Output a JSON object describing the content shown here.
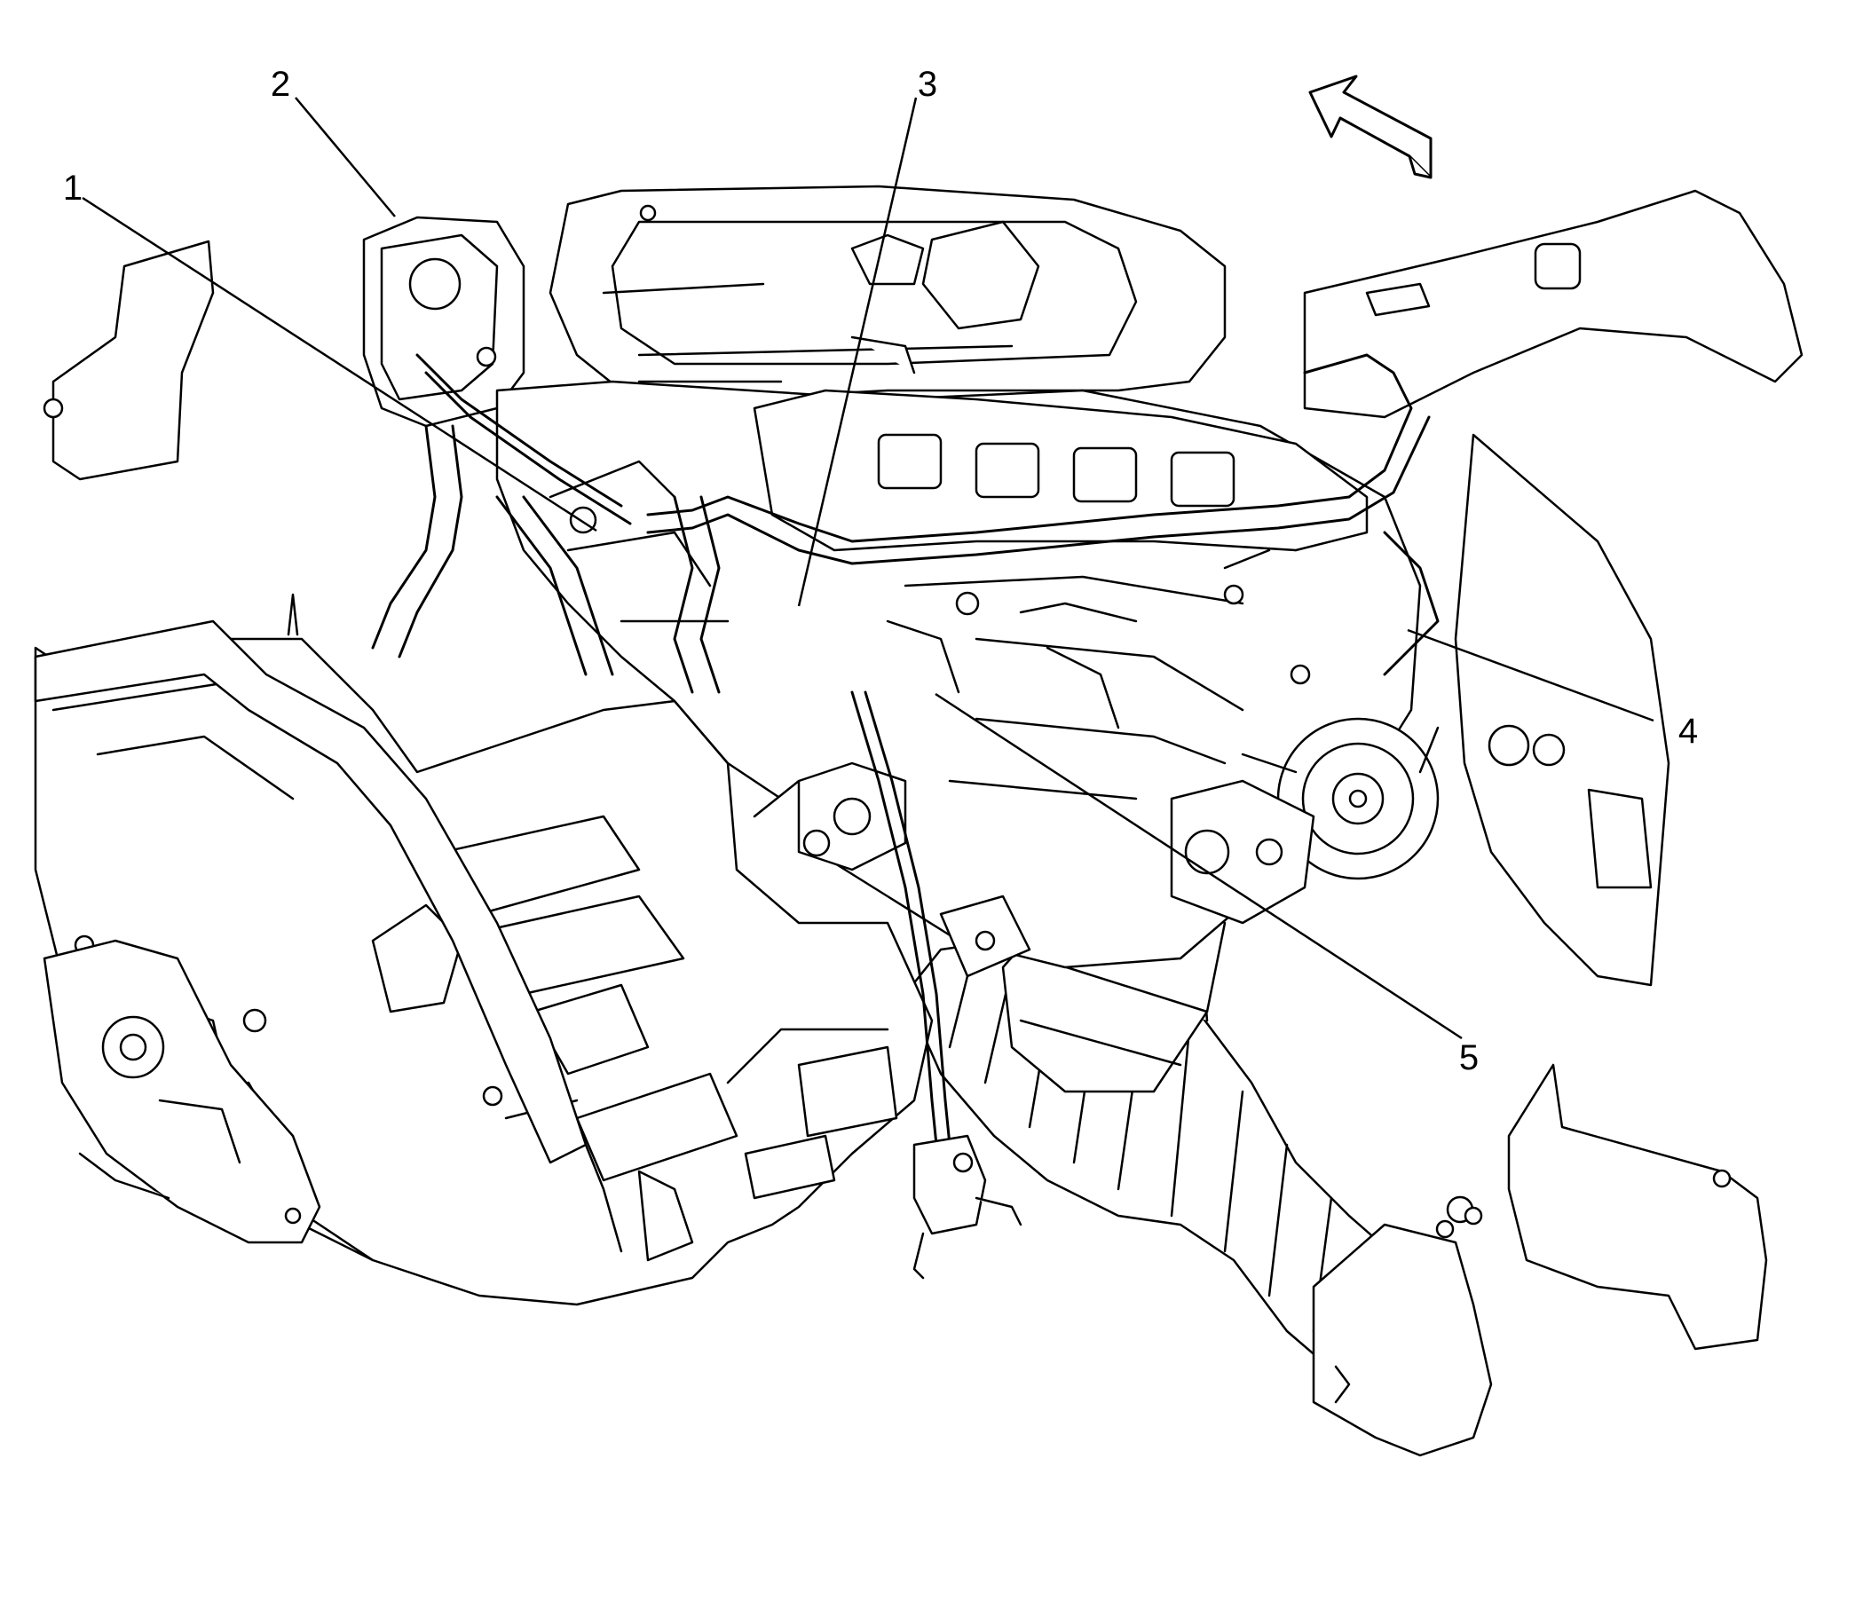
{
  "diagram": {
    "callouts": [
      {
        "id": "1",
        "label": "1"
      },
      {
        "id": "2",
        "label": "2"
      },
      {
        "id": "3",
        "label": "3"
      },
      {
        "id": "4",
        "label": "4"
      },
      {
        "id": "5",
        "label": "5"
      }
    ],
    "colors": {
      "line": "#000000",
      "background": "#ffffff",
      "fill": "#ffffff"
    },
    "icons": [
      "direction-arrow-icon"
    ]
  }
}
